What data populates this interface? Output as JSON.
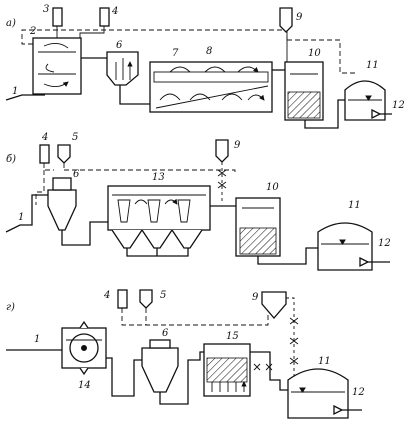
{
  "sections": [
    {
      "id": "a",
      "label": "а)"
    },
    {
      "id": "b",
      "label": "б)"
    },
    {
      "id": "c",
      "label": "г)"
    }
  ],
  "labels": {
    "a": {
      "n1": "1",
      "n2": "2",
      "n3": "3",
      "n4": "4",
      "n6": "6",
      "n7": "7",
      "n8": "8",
      "n9": "9",
      "n10": "10",
      "n11": "11",
      "n12": "12"
    },
    "b": {
      "n1": "1",
      "n4": "4",
      "n5": "5",
      "n6": "6",
      "n9": "9",
      "n10": "10",
      "n11": "11",
      "n12": "12",
      "n13": "13"
    },
    "c": {
      "n1": "1",
      "n4": "4",
      "n5": "5",
      "n6": "6",
      "n9": "9",
      "n11": "11",
      "n12": "12",
      "n14": "14",
      "n15": "15"
    }
  }
}
